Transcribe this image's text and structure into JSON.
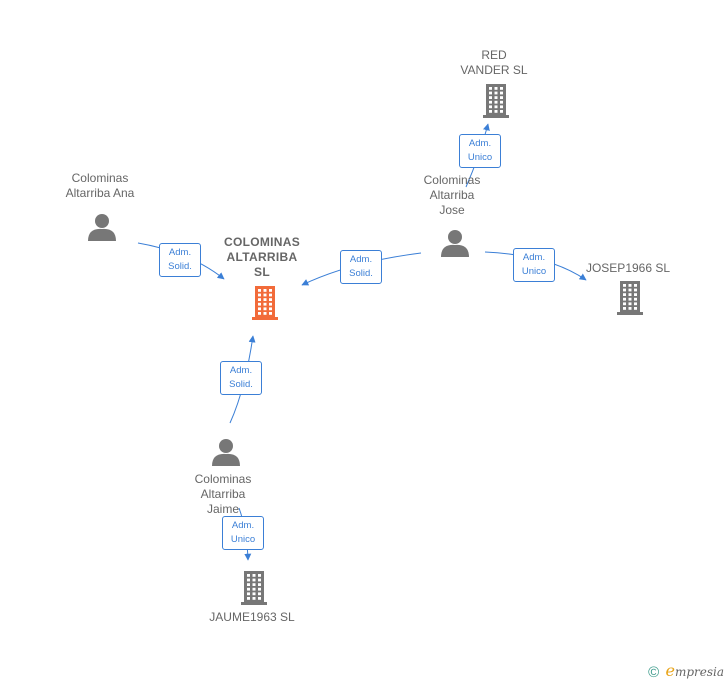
{
  "colors": {
    "company": "#777777",
    "company_main": "#f26b3a",
    "person": "#777777",
    "edge": "#3b7fd6",
    "label": "#666666"
  },
  "nodes": [
    {
      "id": "main",
      "kind": "company",
      "main": true,
      "label": "COLOMINAS\nALTARRIBA\nSL",
      "icon": "building-icon"
    },
    {
      "id": "red",
      "kind": "company",
      "label": "RED\nVANDER SL",
      "icon": "building-icon"
    },
    {
      "id": "josep",
      "kind": "company",
      "label": "JOSEP1966  SL",
      "icon": "building-icon"
    },
    {
      "id": "jaume",
      "kind": "company",
      "label": "JAUME1963  SL",
      "icon": "building-icon"
    },
    {
      "id": "ana",
      "kind": "person",
      "label": "Colominas\nAltarriba Ana",
      "icon": "person-icon"
    },
    {
      "id": "jose",
      "kind": "person",
      "label": "Colominas\nAltarriba\nJose",
      "icon": "person-icon"
    },
    {
      "id": "jaime",
      "kind": "person",
      "label": "Colominas\nAltarriba\nJaime",
      "icon": "person-icon"
    }
  ],
  "edges": [
    {
      "from": "ana",
      "to": "main",
      "label": "Adm.\nSolid."
    },
    {
      "from": "jose",
      "to": "main",
      "label": "Adm.\nSolid."
    },
    {
      "from": "jaime",
      "to": "main",
      "label": "Adm.\nSolid."
    },
    {
      "from": "jose",
      "to": "red",
      "label": "Adm.\nUnico"
    },
    {
      "from": "jose",
      "to": "josep",
      "label": "Adm.\nUnico"
    },
    {
      "from": "jaime",
      "to": "jaume",
      "label": "Adm.\nUnico"
    }
  ],
  "footer": {
    "copyright": "©",
    "brand_initial": "e",
    "brand_rest": "mpresia"
  }
}
